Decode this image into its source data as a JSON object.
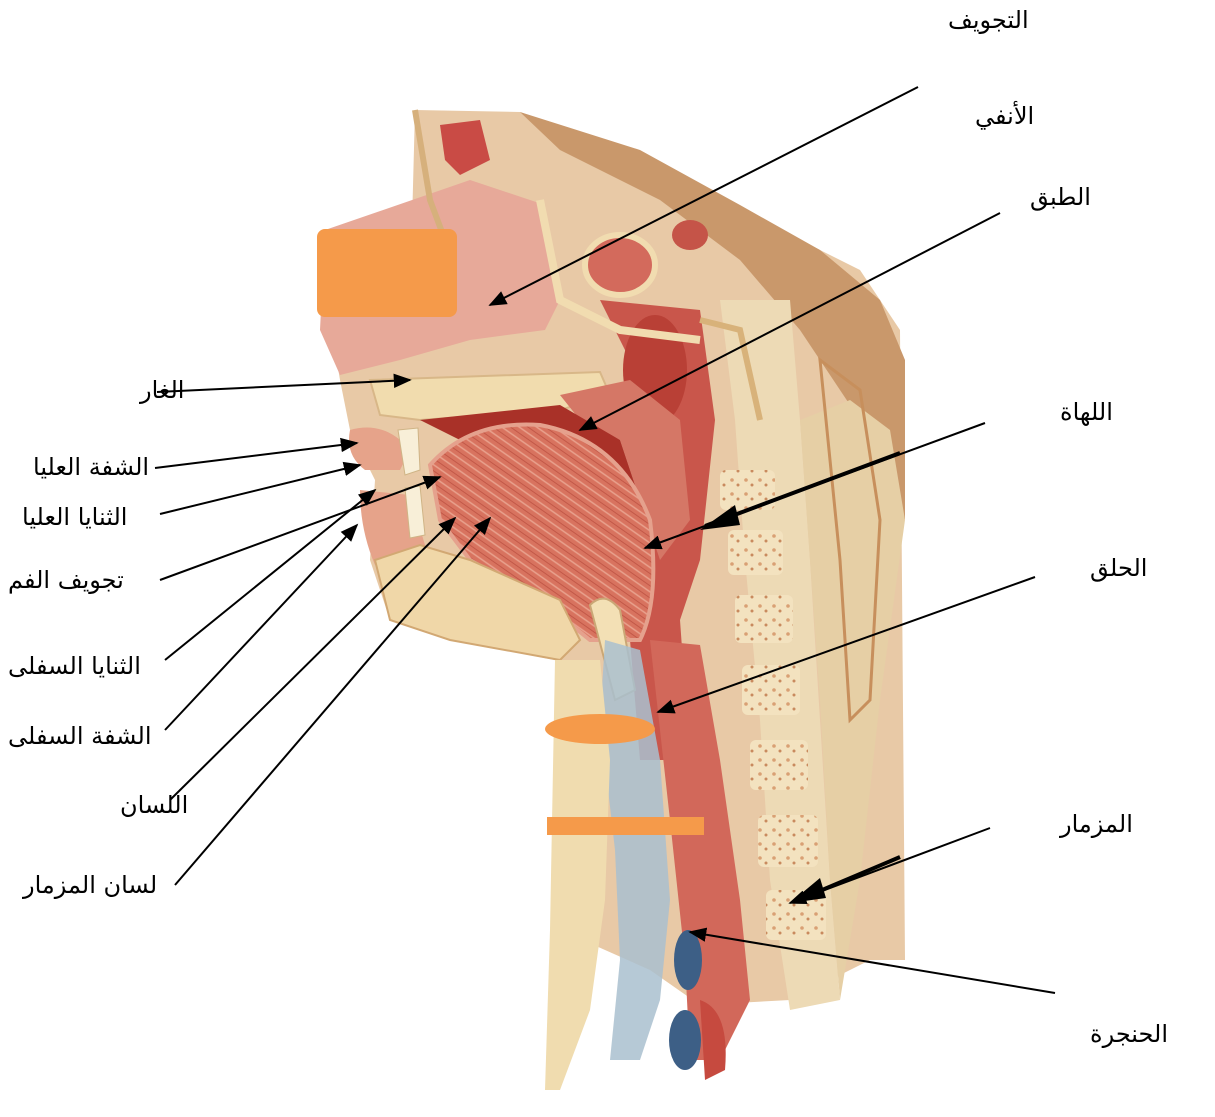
{
  "diagram": {
    "labels": {
      "nasal_cavity_line1": "التجويف",
      "nasal_cavity_line2": "الأنفي",
      "soft_palate": "الطبق",
      "hard_palate": "الغار",
      "upper_lip": "الشفة العليا",
      "upper_teeth": "الثنايا العليا",
      "oral_cavity": "تجويف الفم",
      "lower_teeth": "الثنايا السفلى",
      "lower_lip": "الشفة السفلى",
      "tongue": "اللسان",
      "epiglottis_tongue": "لسان المزمار",
      "uvula": "اللهاة",
      "pharynx": "الحلق",
      "glottis": "المزمار",
      "larynx": "الحنجرة"
    },
    "colors": {
      "mask_orange": "#f59a4a",
      "tissue_pink": "#e9a38f",
      "muscle_red": "#cf5a4b",
      "bone_cream": "#f1e0b8",
      "skin_brown": "#c28a58",
      "cavity_dark": "#b83a30",
      "vertebra": "#e8c9a0",
      "arrow": "#000000"
    }
  }
}
